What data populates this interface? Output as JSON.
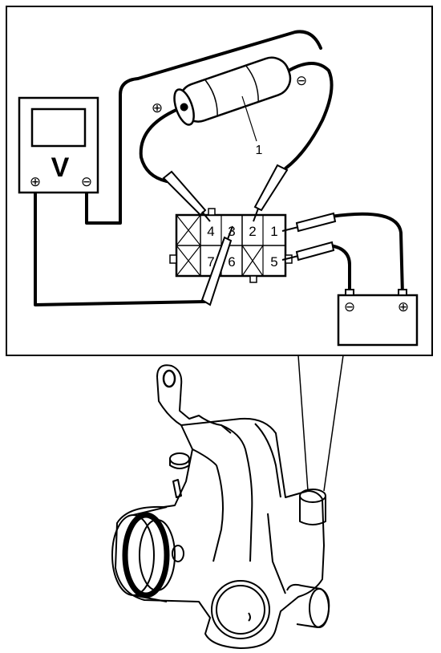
{
  "meter": {
    "display_letter": "V",
    "pos_symbol": "⊕",
    "neg_symbol": "⊖"
  },
  "component": {
    "pos_symbol": "⊕",
    "neg_symbol": "⊖",
    "callout": "1"
  },
  "connector": {
    "pins": [
      "4",
      "3",
      "2",
      "1",
      "7",
      "6",
      "5"
    ]
  },
  "battery": {
    "neg_symbol": "⊖",
    "pos_symbol": "⊕"
  }
}
